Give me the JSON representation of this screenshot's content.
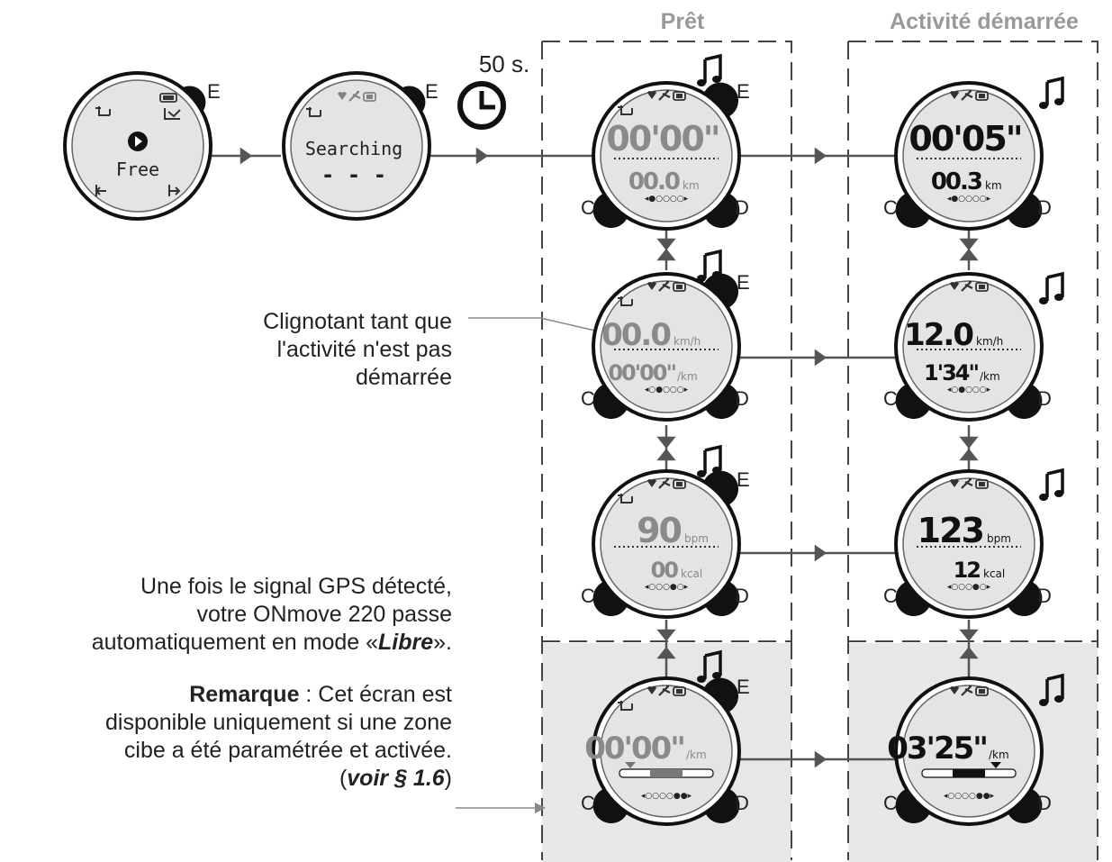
{
  "headers": {
    "ready": "Prêt",
    "started": "Activité démarrée"
  },
  "timer_label": "50 s.",
  "buttons": {
    "c": "C",
    "d": "D",
    "e": "E"
  },
  "screen_free": {
    "label": "Free"
  },
  "screen_searching": {
    "label": "Searching",
    "dashes": "- - -"
  },
  "ready": {
    "duration": "00'00\"",
    "distance": "00.0",
    "distance_unit": "km",
    "speed": "00.0",
    "speed_unit": "km/h",
    "pace": "00'00\"",
    "pace_unit": "/km",
    "hr": "90",
    "hr_unit": "bpm",
    "calories": "00",
    "calories_unit": "kcal",
    "zone_pace": "00'00\"",
    "zone_pace_unit": "/km"
  },
  "started": {
    "duration": "00'05\"",
    "distance": "00.3",
    "distance_unit": "km",
    "speed": "12.0",
    "speed_unit": "km/h",
    "pace": "1'34\"",
    "pace_unit": "/km",
    "hr": "123",
    "hr_unit": "bpm",
    "calories": "12",
    "calories_unit": "kcal",
    "zone_pace": "03'25\"",
    "zone_pace_unit": "/km"
  },
  "annotations": {
    "blinking": [
      "Clignotant tant que",
      "l'activité n'est pas",
      "démarrée"
    ],
    "gps_line1": "Une fois le signal GPS détecté,",
    "gps_line2": "votre ONmove 220 passe",
    "gps_line3_pre": "automatiquement en mode «",
    "gps_line3_em": "Libre",
    "gps_line3_post": "».",
    "remark_bold": "Remarque",
    "remark_line1_rest": " : Cet écran est",
    "remark_line2": "disponible uniquement si une zone",
    "remark_line3": "cibe a été paramétrée et activée.",
    "remark_ref_open": "(",
    "remark_ref": "voir § 1.6",
    "remark_ref_close": ")"
  }
}
